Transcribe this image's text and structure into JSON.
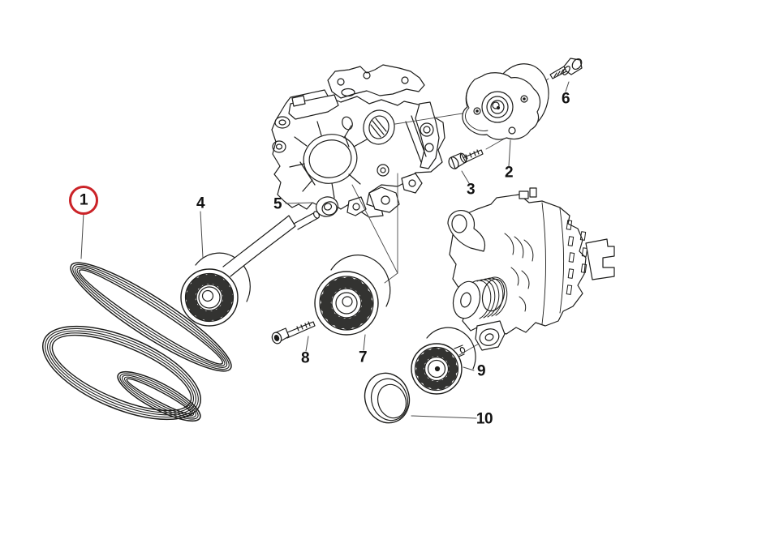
{
  "diagram": {
    "kind": "exploded-parts-diagram",
    "background_color": "#ffffff",
    "line_color": "#1d1d1b",
    "highlight_color": "#cb2328",
    "callouts": [
      {
        "number": "1",
        "highlighted": true,
        "target": "ribbed-v-belt"
      },
      {
        "number": "2",
        "highlighted": false,
        "target": "friction-wheel"
      },
      {
        "number": "3",
        "highlighted": false,
        "target": "hex-bolt"
      },
      {
        "number": "4",
        "highlighted": false,
        "target": "belt-tensioner"
      },
      {
        "number": "5",
        "highlighted": false,
        "target": "washer"
      },
      {
        "number": "6",
        "highlighted": false,
        "target": "hex-bolt"
      },
      {
        "number": "7",
        "highlighted": false,
        "target": "idler-pulley"
      },
      {
        "number": "8",
        "highlighted": false,
        "target": "socket-head-bolt"
      },
      {
        "number": "9",
        "highlighted": false,
        "target": "idler-pulley-small"
      },
      {
        "number": "10",
        "highlighted": false,
        "target": "protective-cap"
      }
    ],
    "unlabeled_parts": [
      "engine-front-cover",
      "alternator"
    ]
  }
}
